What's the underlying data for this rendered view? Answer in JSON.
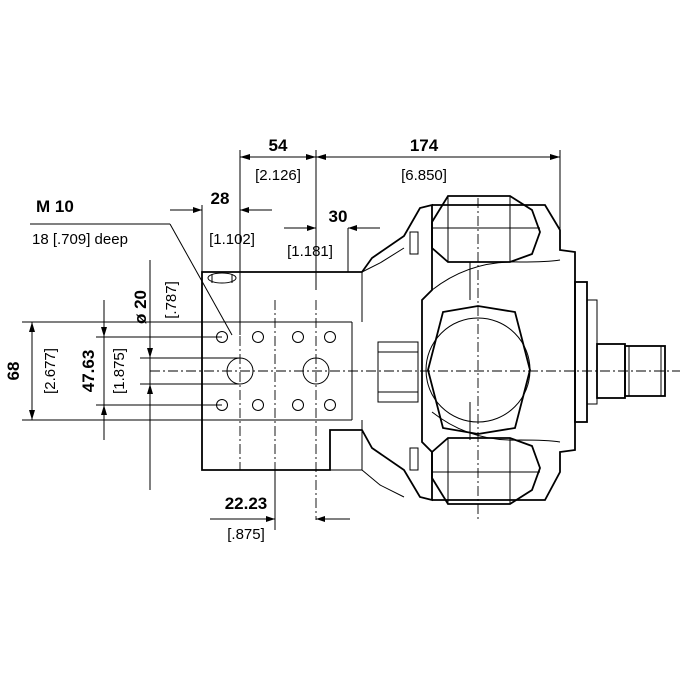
{
  "dimensions": {
    "dim_54": "54",
    "dim_54_in": "[2.126]",
    "dim_174": "174",
    "dim_174_in": "[6.850]",
    "dim_28": "28",
    "dim_28_in": "[1.102]",
    "dim_30": "30",
    "dim_30_in": "[1.181]",
    "thread": "M 10",
    "thread_depth": "18 [.709] deep",
    "dia_20": "ø 20",
    "dia_20_in": "[.787]",
    "dim_68": "68",
    "dim_68_in": "[2.677]",
    "dim_4763": "47.63",
    "dim_4763_in": "[1.875]",
    "dim_2223": "22.23",
    "dim_2223_in": "[.875]"
  }
}
